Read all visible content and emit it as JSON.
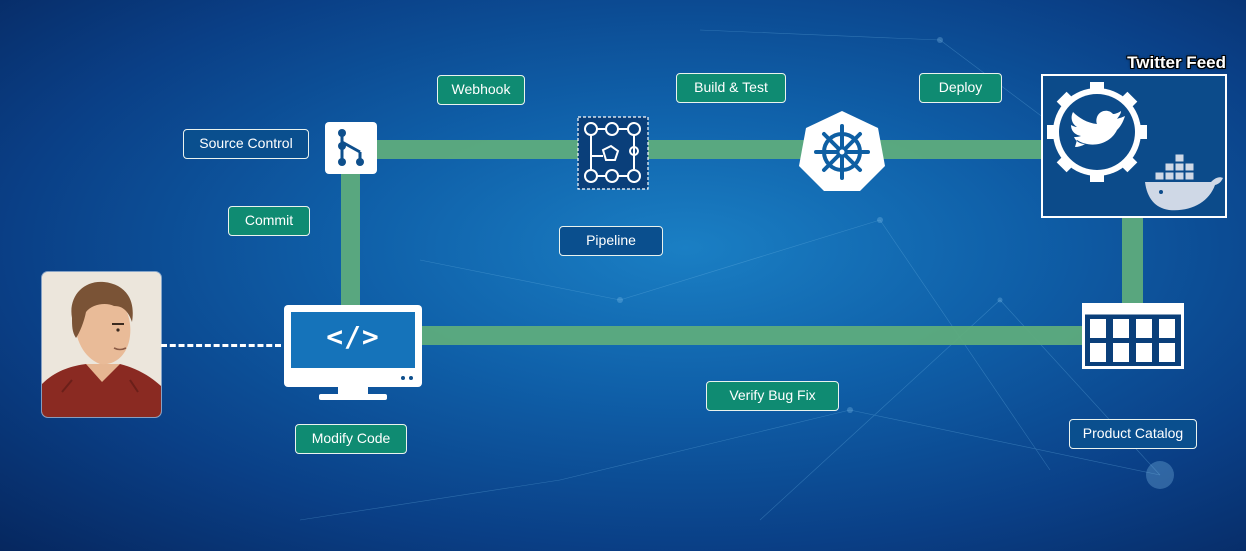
{
  "diagram": {
    "twitter_feed": {
      "title": "Twitter Feed"
    },
    "labels": {
      "source_control": "Source Control",
      "webhook": "Webhook",
      "build_test": "Build & Test",
      "deploy": "Deploy",
      "commit": "Commit",
      "pipeline": "Pipeline",
      "modify_code": "Modify Code",
      "verify_bug_fix": "Verify Bug Fix",
      "product_catalog": "Product Catalog"
    },
    "monitor_text": "</>",
    "colors": {
      "pipe": "#5fae7c",
      "green_label": "#0f8b72",
      "blue_label": "#0a4f8e",
      "background": "#0f5fa8"
    },
    "icons": [
      "git-icon",
      "pipeline-icon",
      "kubernetes-helm-icon",
      "twitter-gear-icon",
      "docker-whale-icon",
      "monitor-code-icon",
      "product-catalog-grid-icon",
      "developer-avatar"
    ]
  }
}
